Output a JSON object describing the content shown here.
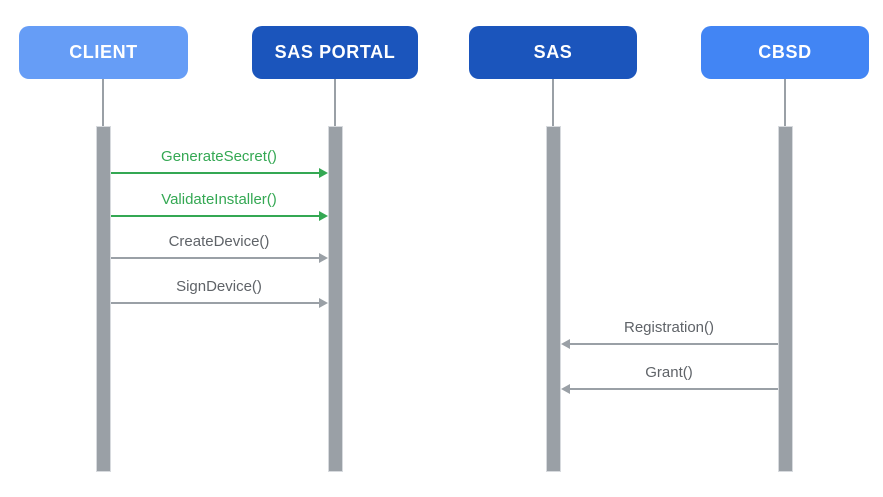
{
  "colors": {
    "background": "#FFFFFF",
    "actor_text": "#FFFFFF",
    "lifeline": "#9AA0A6",
    "activation_bar": "#9AA0A6",
    "activation_bar_border": "#D7DADE",
    "green": "#34A853",
    "gray_text": "#5F6368",
    "gray_arrow": "#9AA0A6",
    "client_blue": "#669DF6",
    "dark_blue": "#1B55BC",
    "cbsd_blue": "#4285F4"
  },
  "actors": [
    {
      "label": "CLIENT",
      "fill": "#669DF6"
    },
    {
      "label": "SAS PORTAL",
      "fill": "#1B55BC"
    },
    {
      "label": "SAS",
      "fill": "#1B55BC"
    },
    {
      "label": "CBSD",
      "fill": "#4285F4"
    }
  ],
  "messages": [
    {
      "label": "GenerateSecret()",
      "from": "CLIENT",
      "to": "SAS PORTAL",
      "direction": "right",
      "text_color": "#34A853",
      "arrow_color": "#34A853"
    },
    {
      "label": "ValidateInstaller()",
      "from": "CLIENT",
      "to": "SAS PORTAL",
      "direction": "right",
      "text_color": "#34A853",
      "arrow_color": "#34A853"
    },
    {
      "label": "CreateDevice()",
      "from": "CLIENT",
      "to": "SAS PORTAL",
      "direction": "right",
      "text_color": "#5F6368",
      "arrow_color": "#9AA0A6"
    },
    {
      "label": "SignDevice()",
      "from": "CLIENT",
      "to": "SAS PORTAL",
      "direction": "right",
      "text_color": "#5F6368",
      "arrow_color": "#9AA0A6"
    },
    {
      "label": "Registration()",
      "from": "CBSD",
      "to": "SAS",
      "direction": "left",
      "text_color": "#5F6368",
      "arrow_color": "#9AA0A6"
    },
    {
      "label": "Grant()",
      "from": "CBSD",
      "to": "SAS",
      "direction": "left",
      "text_color": "#5F6368",
      "arrow_color": "#9AA0A6"
    }
  ]
}
